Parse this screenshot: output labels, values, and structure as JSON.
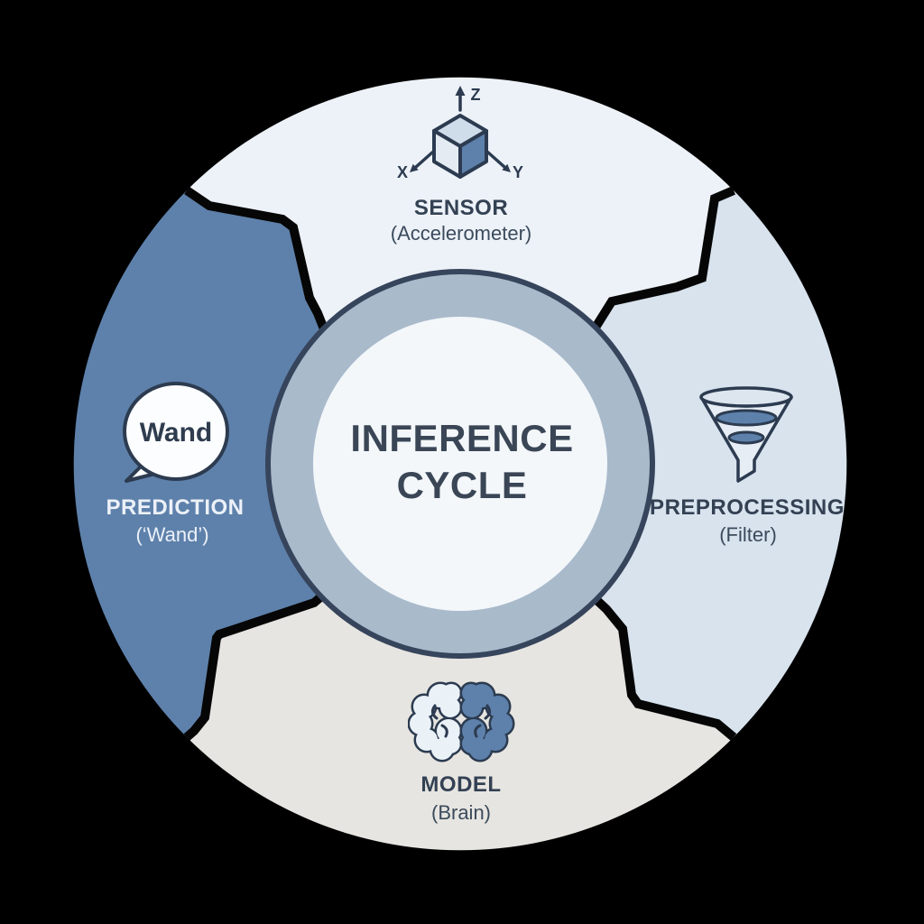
{
  "diagram_title": {
    "line1": "INFERENCE",
    "line2": "CYCLE"
  },
  "segments": {
    "sensor": {
      "label": "SENSOR",
      "sublabel": "(Accelerometer)",
      "icon": "accelerometer-cube-icon",
      "axis_labels": {
        "x": "X",
        "y": "Y",
        "z": "Z"
      }
    },
    "preprocessing": {
      "label": "PREPROCESSING",
      "sublabel": "(Filter)",
      "icon": "funnel-icon"
    },
    "model": {
      "label": "MODEL",
      "sublabel": "(Brain)",
      "icon": "brain-icon"
    },
    "prediction": {
      "label": "PREDICTION",
      "sublabel": "(‘Wand’)",
      "icon": "speech-bubble-icon",
      "bubble_text": "Wand"
    }
  },
  "colors": {
    "background": "#000000",
    "separator": "#060606",
    "segment_sensor_fill": "#edf2f8",
    "segment_preprocessing_fill": "#d8e3ee",
    "segment_model_fill": "#e7e5e1",
    "segment_prediction_fill": "#5e81ab",
    "ring_outline": "#36445c",
    "ring_fill": "#a9bacb",
    "center_fill": "#f3f7fa",
    "title_text": "#3a4656",
    "label_text_dark": "#334153",
    "label_text_light": "#ecf1f8",
    "icon_line": "#2c3b50",
    "icon_blue": "#5d81ab",
    "cube_top_face": "#cfdcea",
    "cube_left_face": "#e4ebf3",
    "funnel_body": "#e7edf4",
    "funnel_top": "#dde6ef",
    "brain_left": "#eaf2f8",
    "bubble_fill": "#fcfdfe"
  }
}
